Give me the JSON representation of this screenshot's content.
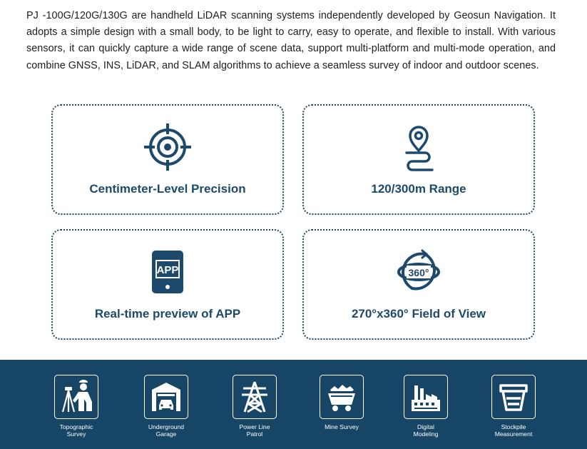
{
  "intro": {
    "text": "PJ -100G/120G/130G are handheld LiDAR scanning systems independently developed by Geosun Navigation. It adopts a simple design with a small body, to be light to carry, easy to operate, and flexible to install. With various sensors, it can quickly capture a wide range of scene data, support multi-platform and multi-mode operation, and combine GNSS, INS, LiDAR, and SLAM algorithms to achieve a seamless survey of indoor and outdoor scenes."
  },
  "colors": {
    "accent": "#1d4a6c",
    "band": "#174565",
    "text": "#1e1e1e"
  },
  "features": [
    {
      "label": "Centimeter-Level Precision",
      "icon": "crosshair-target-icon"
    },
    {
      "label": "120/300m Range",
      "icon": "location-route-icon"
    },
    {
      "label": "Real-time preview of APP",
      "icon": "app-tablet-icon",
      "badge": "APP"
    },
    {
      "label": "270°x360° Field of View",
      "icon": "rotate-360-icon",
      "badge": "360°"
    }
  ],
  "applications": [
    {
      "label_line1": "Topographic",
      "label_line2": "Survey",
      "icon": "surveyor-icon"
    },
    {
      "label_line1": "Underground",
      "label_line2": "Garage",
      "icon": "garage-icon"
    },
    {
      "label_line1": "Power Line",
      "label_line2": "Patrol",
      "icon": "power-tower-icon"
    },
    {
      "label_line1": "Mine Survey",
      "label_line2": "",
      "icon": "mine-cart-icon"
    },
    {
      "label_line1": "Digital",
      "label_line2": "Modeling",
      "icon": "factory-icon"
    },
    {
      "label_line1": "Stockpile",
      "label_line2": "Measurement",
      "icon": "stockpile-bin-icon"
    }
  ]
}
